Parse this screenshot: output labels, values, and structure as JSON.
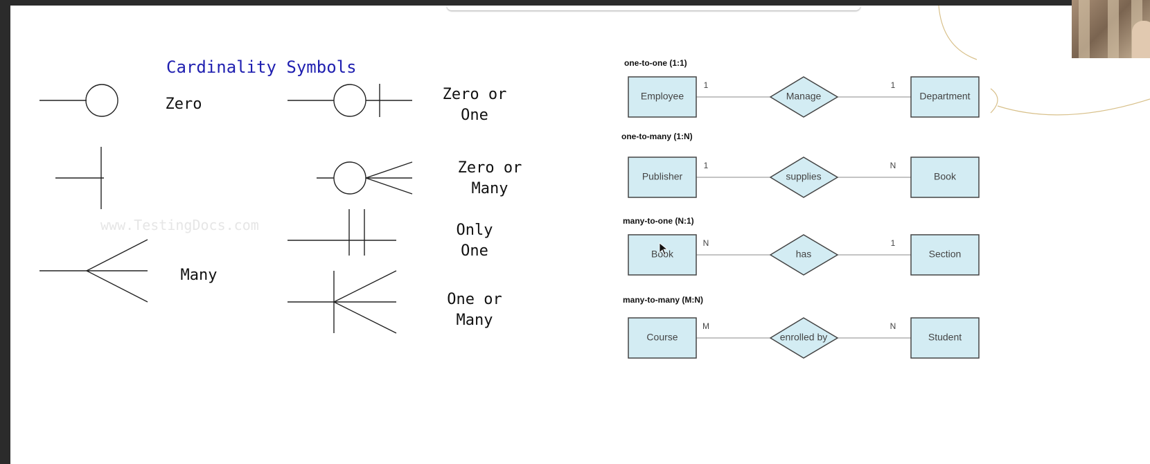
{
  "title": "Cardinality Symbols",
  "watermark": "www.TestingDocs.com",
  "symbols": [
    {
      "label": "Zero",
      "icon": "zero-symbol-icon"
    },
    {
      "label": "Zero or\nOne",
      "icon": "zero-or-one-symbol-icon"
    },
    {
      "label": "",
      "icon": "one-symbol-icon"
    },
    {
      "label": "Zero or\nMany",
      "icon": "zero-or-many-symbol-icon"
    },
    {
      "label": "Only\nOne",
      "icon": "only-one-symbol-icon"
    },
    {
      "label": "Many",
      "icon": "many-symbol-icon"
    },
    {
      "label": "One or\nMany",
      "icon": "one-or-many-symbol-icon"
    }
  ],
  "relationships": [
    {
      "title": "one-to-one (1:1)",
      "left": "Employee",
      "relation": "Manage",
      "right": "Department",
      "left_card": "1",
      "right_card": "1"
    },
    {
      "title": "one-to-many (1:N)",
      "left": "Publisher",
      "relation": "supplies",
      "right": "Book",
      "left_card": "1",
      "right_card": "N"
    },
    {
      "title": "many-to-one (N:1)",
      "left": "Book",
      "relation": "has",
      "right": "Section",
      "left_card": "N",
      "right_card": "1"
    },
    {
      "title": "many-to-many (M:N)",
      "left": "Course",
      "relation": "enrolled by",
      "right": "Student",
      "left_card": "M",
      "right_card": "N"
    }
  ],
  "colors": {
    "entity_fill": "#d3ecf3",
    "title": "#1f1fb0",
    "line": "#333333"
  }
}
